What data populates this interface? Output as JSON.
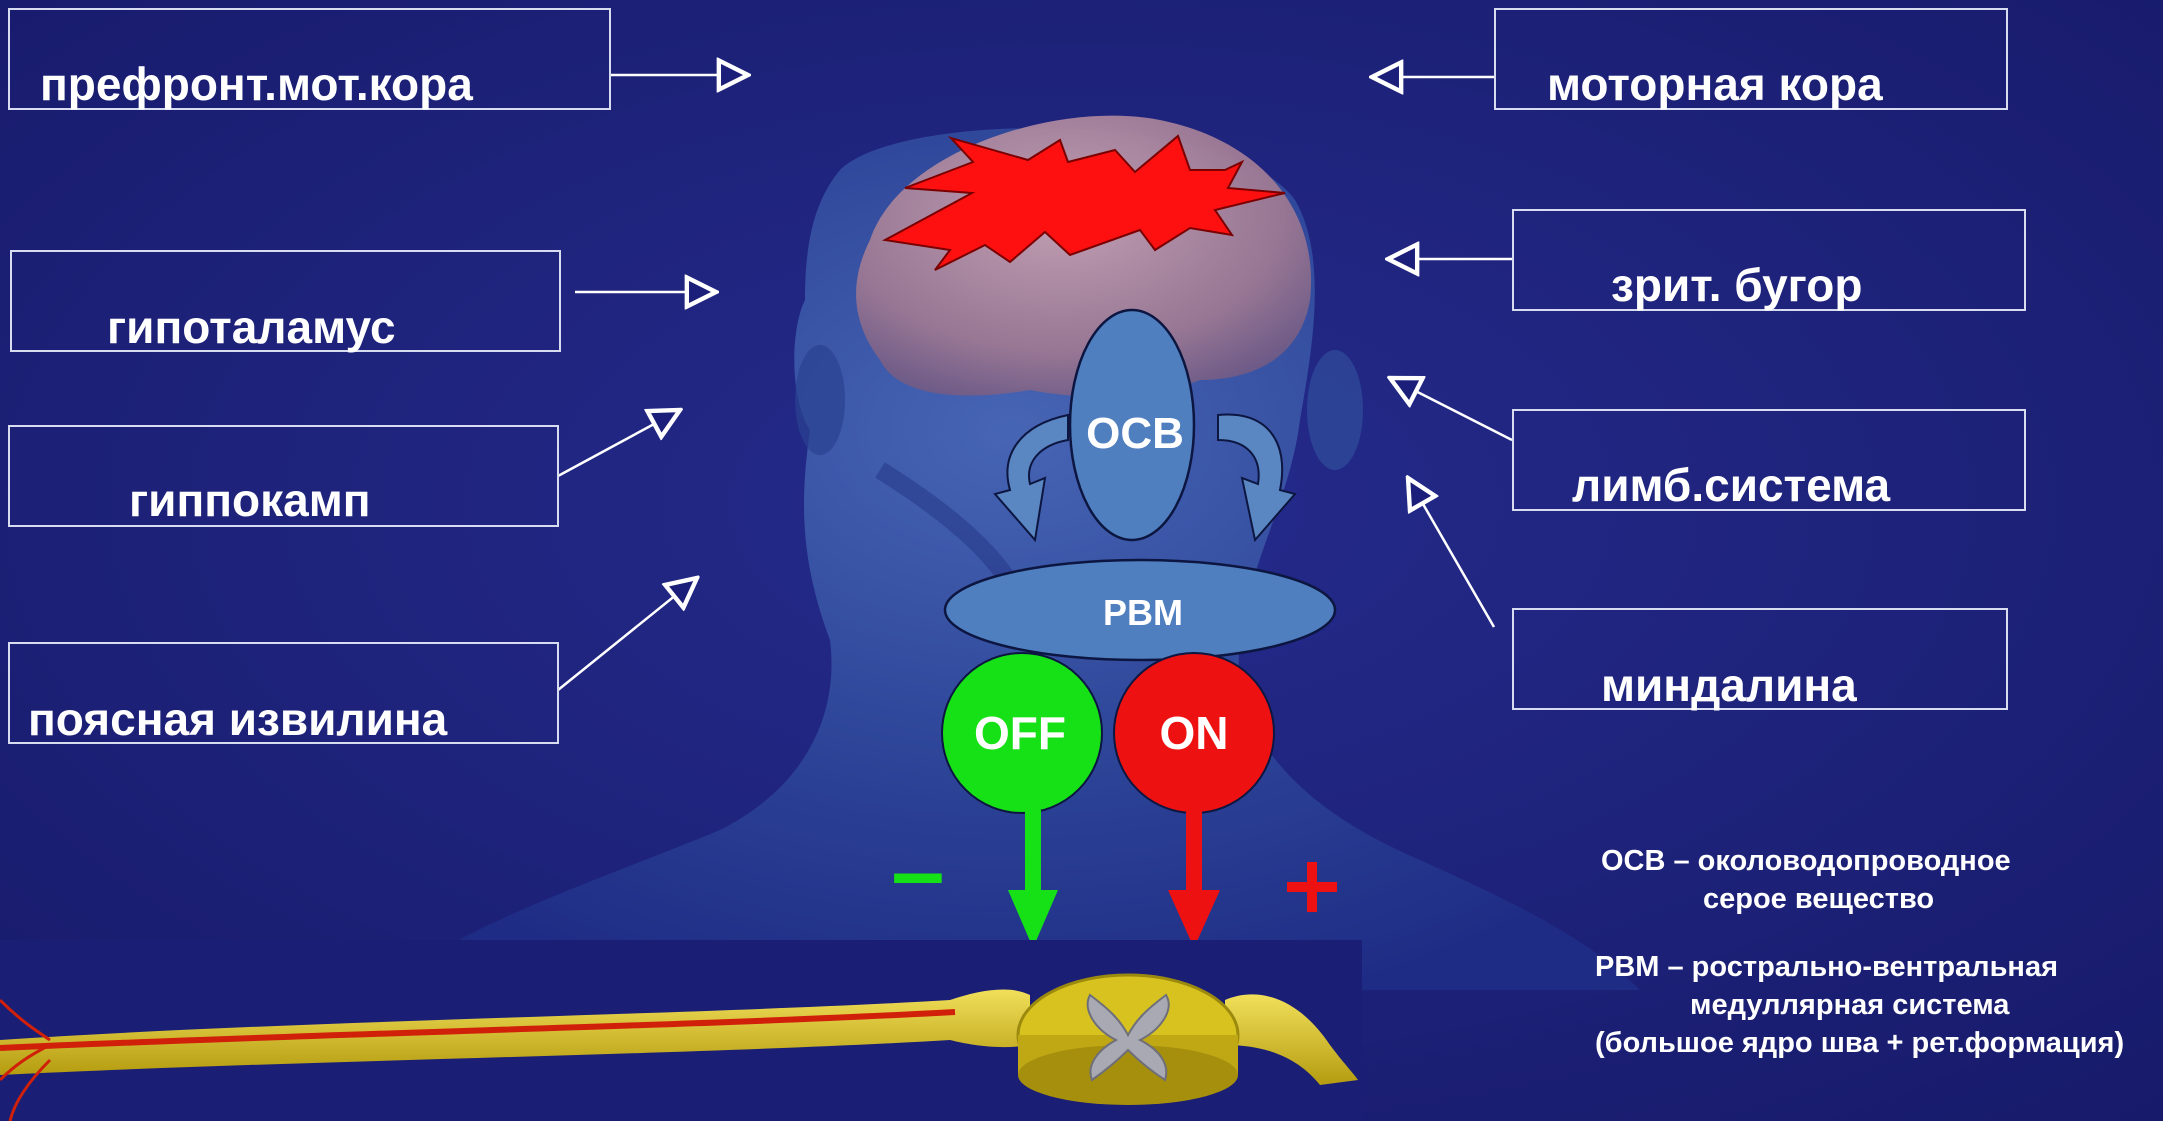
{
  "labels": {
    "prefrontal_motor_cortex": "префронт.мот.кора",
    "motor_cortex": "моторная кора",
    "hypothalamus": "гипоталамус",
    "thalamus": "зрит. бугор",
    "hippocampus": "гиппокамп",
    "limbic_system": "лимб.система",
    "cingulate_gyrus": "поясная извилина",
    "amygdala": "миндалина"
  },
  "nodes": {
    "pag": "ОСВ",
    "rvm": "РВМ",
    "off_cells": "OFF",
    "on_cells": "ON"
  },
  "signs": {
    "minus": "–",
    "plus": "+"
  },
  "legend": {
    "pag_line1": "ОСВ – околоводопроводное",
    "pag_line2": "серое вещество",
    "rvm_line1": "РВМ – рострально-вентральная",
    "rvm_line2": "медуллярная  система",
    "rvm_line3": "(большое  ядро шва + рет.формация)"
  },
  "colors": {
    "background": "#1b1f7a",
    "pain_burst": "#ff1010",
    "off": "#16e016",
    "on": "#ee1111",
    "node_fill": "#4f7fbf",
    "spinal_cord": "#d7c21f"
  },
  "icons": {
    "head": "head-silhouette-icon",
    "brain": "brain-icon",
    "pain": "pain-burst-icon",
    "spinal": "spinal-cord-section-icon"
  }
}
